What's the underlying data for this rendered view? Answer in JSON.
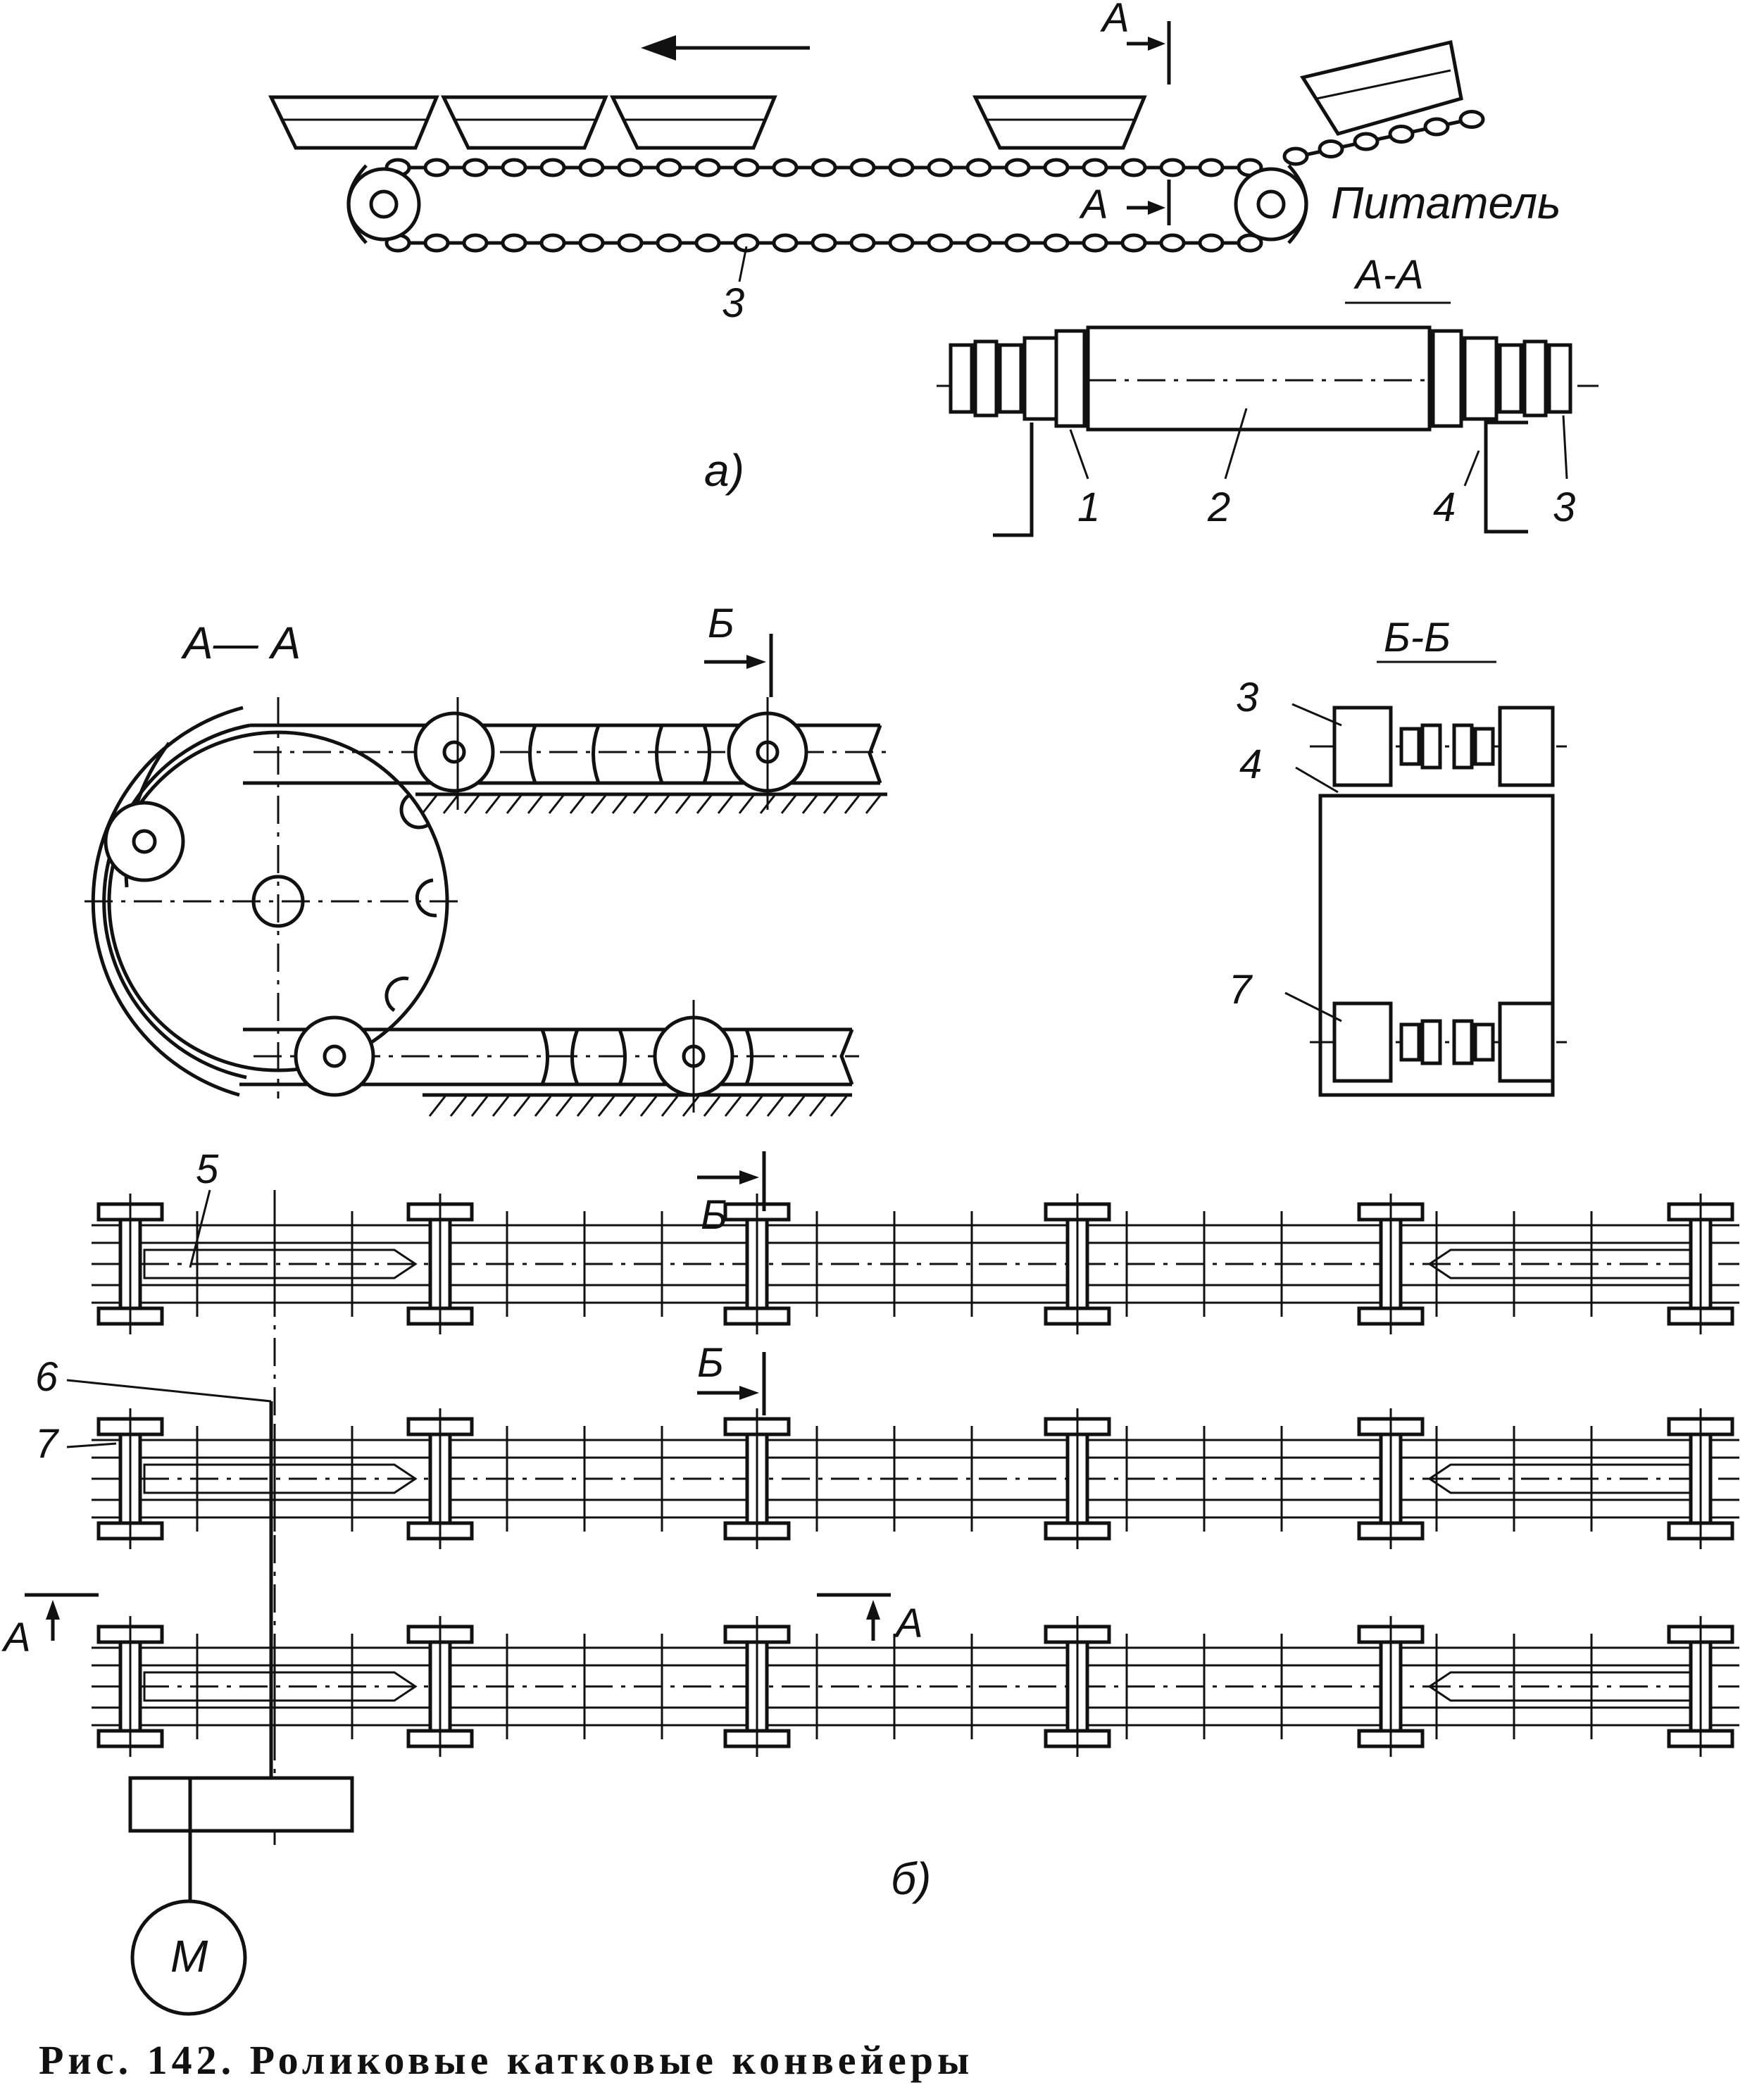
{
  "figure": {
    "caption": "Рис. 142. Роликовые катковые конвейеры",
    "part_a": {
      "label": "а)",
      "feeder_label": "Питатель",
      "section_mark": "А",
      "section_label": "А-А",
      "chain_number": "3",
      "callouts": [
        "1",
        "2",
        "4",
        "3"
      ]
    },
    "part_b": {
      "label": "б)",
      "section_aa_label": "А— А",
      "section_bb_label": "Б-Б",
      "section_mark_b": "Б",
      "section_mark_a": "А",
      "callouts_bb": [
        "3",
        "4",
        "7"
      ],
      "callouts_plan": [
        "5",
        "6",
        "7"
      ],
      "motor_label": "М"
    }
  }
}
